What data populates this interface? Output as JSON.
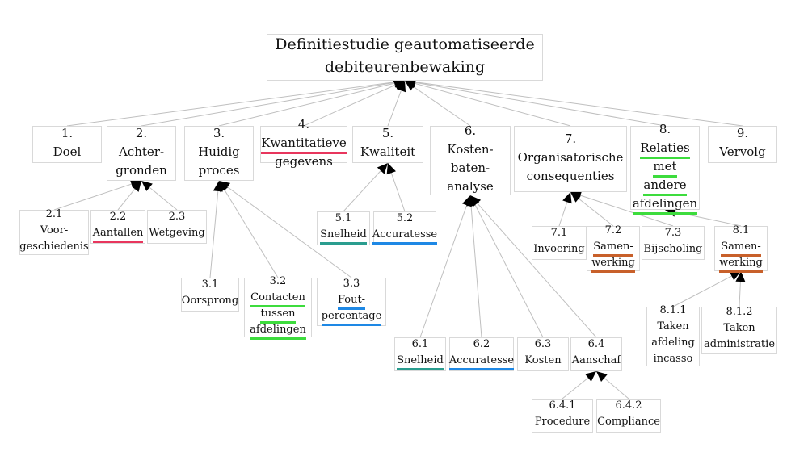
{
  "colors": {
    "edge": "#bfbfbf",
    "arrow": "#000000",
    "red": "#e8365d",
    "green": "#3ddc3d",
    "teal": "#2a9d8f",
    "blue": "#1e88e5",
    "orange": "#c8602a"
  },
  "nodes": {
    "root": {
      "lines": [
        {
          "t": "Definitiestudie geautomatiseerde"
        },
        {
          "t": "debiteurenbewaking"
        }
      ]
    },
    "n1": {
      "lines": [
        {
          "t": "1."
        },
        {
          "t": "Doel"
        }
      ]
    },
    "n2": {
      "lines": [
        {
          "t": "2."
        },
        {
          "t": "Achter-"
        },
        {
          "t": "gronden"
        }
      ]
    },
    "n3": {
      "lines": [
        {
          "t": "3."
        },
        {
          "t": "Huidig"
        },
        {
          "t": "proces"
        }
      ]
    },
    "n4": {
      "lines": [
        {
          "t": "4."
        },
        {
          "t": "Kwantitatieve",
          "c": "red"
        },
        {
          "t": "gegevens"
        }
      ]
    },
    "n5": {
      "lines": [
        {
          "t": "5."
        },
        {
          "t": "Kwaliteit"
        }
      ]
    },
    "n6": {
      "lines": [
        {
          "t": "6."
        },
        {
          "t": "Kosten-"
        },
        {
          "t": "baten-"
        },
        {
          "t": "analyse"
        }
      ]
    },
    "n7": {
      "lines": [
        {
          "t": "7."
        },
        {
          "t": "Organisatorische"
        },
        {
          "t": "consequenties"
        }
      ]
    },
    "n8": {
      "lines": [
        {
          "t": "8."
        },
        {
          "t": "Relaties",
          "c": "green"
        },
        {
          "t": "met",
          "c": "green"
        },
        {
          "t": "andere",
          "c": "green"
        },
        {
          "t": "afdelingen",
          "c": "green"
        }
      ]
    },
    "n9": {
      "lines": [
        {
          "t": "9."
        },
        {
          "t": "Vervolg"
        }
      ]
    },
    "n21": {
      "lines": [
        {
          "t": "2.1"
        },
        {
          "t": "Voor-"
        },
        {
          "t": "geschiedenis"
        }
      ]
    },
    "n22": {
      "lines": [
        {
          "t": "2.2"
        },
        {
          "t": "Aantallen",
          "c": "red"
        }
      ]
    },
    "n23": {
      "lines": [
        {
          "t": "2.3"
        },
        {
          "t": "Wetgeving"
        }
      ]
    },
    "n31": {
      "lines": [
        {
          "t": "3.1"
        },
        {
          "t": "Oorsprong"
        }
      ]
    },
    "n32": {
      "lines": [
        {
          "t": "3.2"
        },
        {
          "t": "Contacten",
          "c": "green"
        },
        {
          "t": "tussen",
          "c": "green"
        },
        {
          "t": "afdelingen",
          "c": "green"
        }
      ]
    },
    "n33": {
      "lines": [
        {
          "t": "3.3"
        },
        {
          "t": "Fout-",
          "c": "blue"
        },
        {
          "t": "percentage",
          "c": "blue"
        }
      ]
    },
    "n51": {
      "lines": [
        {
          "t": "5.1"
        },
        {
          "t": "Snelheid",
          "c": "teal"
        }
      ]
    },
    "n52": {
      "lines": [
        {
          "t": "5.2"
        },
        {
          "t": "Accuratesse",
          "c": "blue"
        }
      ]
    },
    "n61": {
      "lines": [
        {
          "t": "6.1"
        },
        {
          "t": "Snelheid",
          "c": "teal"
        }
      ]
    },
    "n62": {
      "lines": [
        {
          "t": "6.2"
        },
        {
          "t": "Accuratesse",
          "c": "blue"
        }
      ]
    },
    "n63": {
      "lines": [
        {
          "t": "6.3"
        },
        {
          "t": "Kosten"
        }
      ]
    },
    "n64": {
      "lines": [
        {
          "t": "6.4"
        },
        {
          "t": "Aanschaf"
        }
      ]
    },
    "n641": {
      "lines": [
        {
          "t": "6.4.1"
        },
        {
          "t": "Procedure"
        }
      ]
    },
    "n642": {
      "lines": [
        {
          "t": "6.4.2"
        },
        {
          "t": "Compliance"
        }
      ]
    },
    "n71": {
      "lines": [
        {
          "t": "7.1"
        },
        {
          "t": "Invoering"
        }
      ]
    },
    "n72": {
      "lines": [
        {
          "t": "7.2"
        },
        {
          "t": "Samen-",
          "c": "orange"
        },
        {
          "t": "werking",
          "c": "orange"
        }
      ]
    },
    "n73": {
      "lines": [
        {
          "t": "7.3"
        },
        {
          "t": "Bijscholing"
        }
      ]
    },
    "n81": {
      "lines": [
        {
          "t": "8.1"
        },
        {
          "t": "Samen-",
          "c": "orange"
        },
        {
          "t": "werking",
          "c": "orange"
        }
      ]
    },
    "n811": {
      "lines": [
        {
          "t": "8.1.1"
        },
        {
          "t": "Taken"
        },
        {
          "t": "afdeling"
        },
        {
          "t": "incasso"
        }
      ]
    },
    "n812": {
      "lines": [
        {
          "t": "8.1.2"
        },
        {
          "t": "Taken"
        },
        {
          "t": "administratie"
        }
      ]
    }
  },
  "edges": [
    {
      "from": "root",
      "to": "n1"
    },
    {
      "from": "root",
      "to": "n2"
    },
    {
      "from": "root",
      "to": "n3"
    },
    {
      "from": "root",
      "to": "n4"
    },
    {
      "from": "root",
      "to": "n5"
    },
    {
      "from": "root",
      "to": "n6"
    },
    {
      "from": "root",
      "to": "n7"
    },
    {
      "from": "root",
      "to": "n8"
    },
    {
      "from": "root",
      "to": "n9"
    },
    {
      "from": "n2",
      "to": "n21"
    },
    {
      "from": "n2",
      "to": "n22"
    },
    {
      "from": "n2",
      "to": "n23"
    },
    {
      "from": "n3",
      "to": "n31"
    },
    {
      "from": "n3",
      "to": "n32"
    },
    {
      "from": "n3",
      "to": "n33"
    },
    {
      "from": "n5",
      "to": "n51"
    },
    {
      "from": "n5",
      "to": "n52"
    },
    {
      "from": "n6",
      "to": "n61"
    },
    {
      "from": "n6",
      "to": "n62"
    },
    {
      "from": "n6",
      "to": "n63"
    },
    {
      "from": "n6",
      "to": "n64"
    },
    {
      "from": "n64",
      "to": "n641"
    },
    {
      "from": "n64",
      "to": "n642"
    },
    {
      "from": "n7",
      "to": "n71"
    },
    {
      "from": "n7",
      "to": "n72"
    },
    {
      "from": "n7",
      "to": "n73"
    },
    {
      "from": "n8",
      "to": "n81"
    },
    {
      "from": "n81",
      "to": "n811"
    },
    {
      "from": "n81",
      "to": "n812"
    }
  ]
}
